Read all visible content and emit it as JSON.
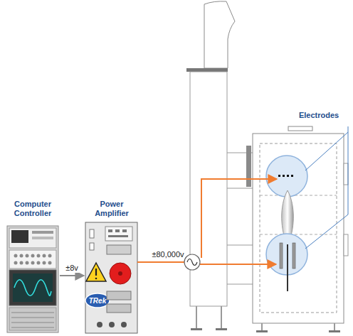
{
  "diagram": {
    "nodes": [
      {
        "text": [
          "Computer Controller"
        ]
      },
      {
        "text": [
          "Power Amplifier"
        ]
      }
    ],
    "edges": [
      {
        "from": 0,
        "to": 1,
        "arrow": "to",
        "label": "±8v"
      }
    ],
    "labels": [
      "±80,000v",
      "Electrodes",
      "TRek"
    ]
  }
}
